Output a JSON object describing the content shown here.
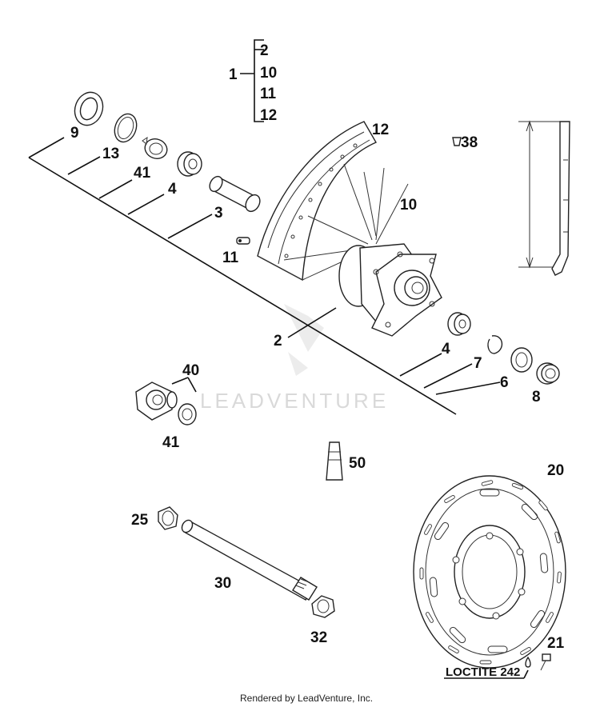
{
  "labels": {
    "l1": "1",
    "l2a": "2",
    "l10a": "10",
    "l11a": "11",
    "l12a": "12",
    "l9": "9",
    "l13": "13",
    "l41a": "41",
    "l4a": "4",
    "l3": "3",
    "l12b": "12",
    "l10b": "10",
    "l38": "38",
    "l11b": "11",
    "l2b": "2",
    "l4b": "4",
    "l7": "7",
    "l6": "6",
    "l8": "8",
    "l40": "40",
    "l41b": "41",
    "l50": "50",
    "l20": "20",
    "l25": "25",
    "l30": "30",
    "l32": "32",
    "l21": "21"
  },
  "loctite": "LOCTITE 242",
  "watermark": "LEADVENTURE",
  "footer": "Rendered by LeadVenture, Inc."
}
